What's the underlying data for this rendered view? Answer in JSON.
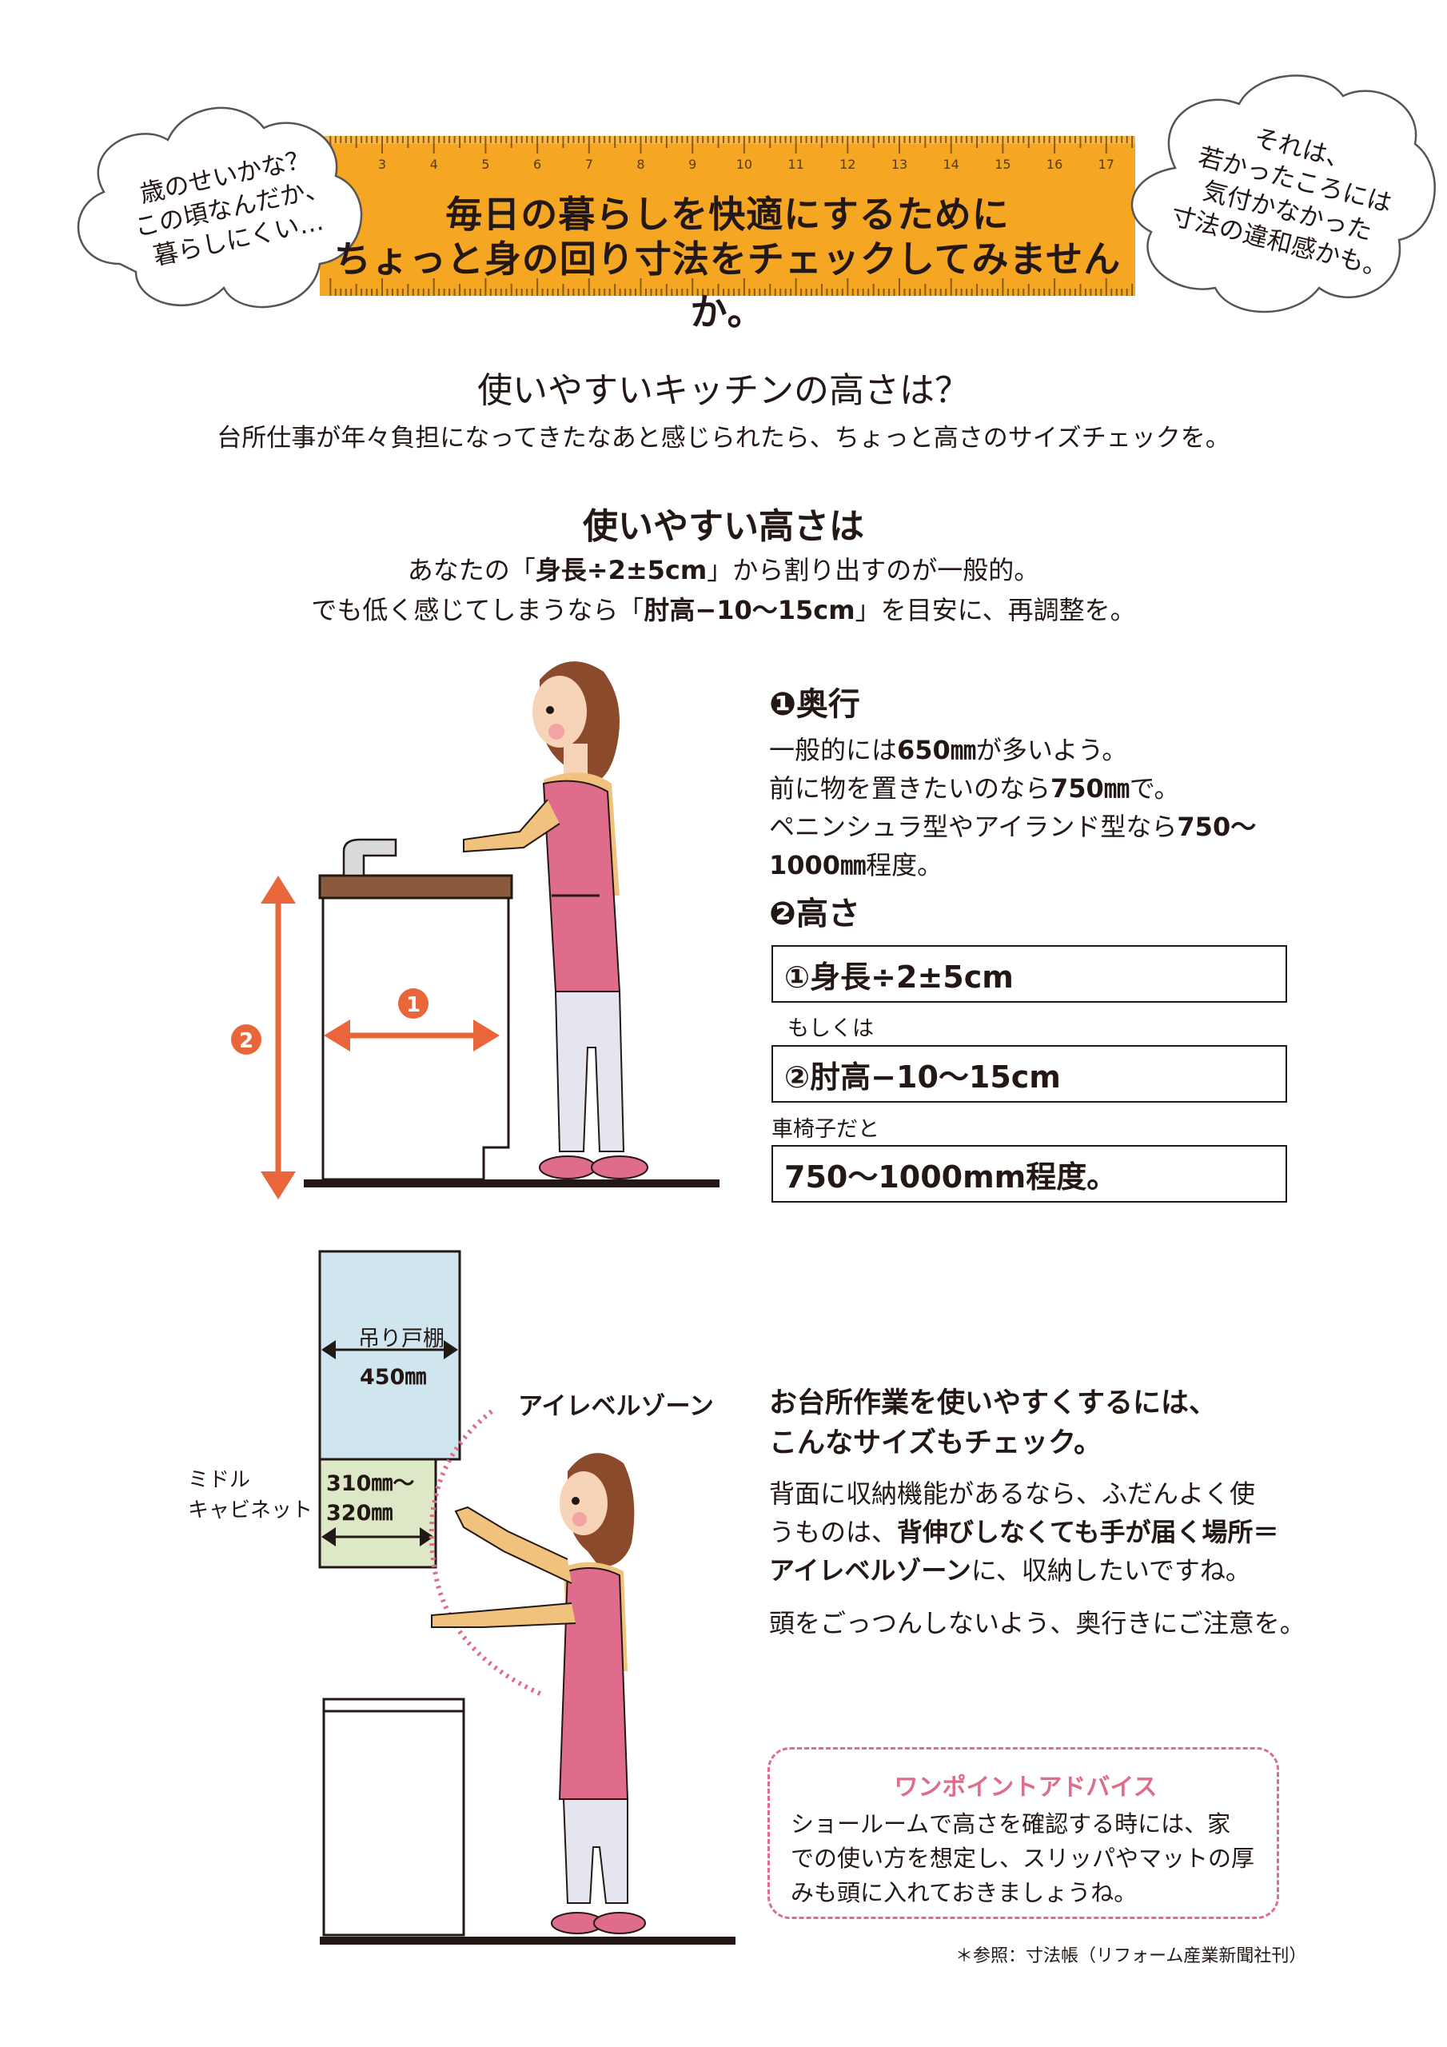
{
  "header": {
    "ruler_numbers": [
      "3",
      "4",
      "5",
      "6",
      "7",
      "8",
      "9",
      "10",
      "11",
      "12",
      "13",
      "14",
      "15",
      "16",
      "17"
    ],
    "ruler_line1": "毎日の暮らしを快適にするために",
    "ruler_line2": "ちょっと身の回り寸法をチェックしてみませんか。",
    "cloud_left": "歳のせいかな？\nこの頃なんだか、\n暮らしにくい…",
    "cloud_right": "それは、\n若かったころには\n気付かなかった\n寸法の違和感かも。"
  },
  "intro": {
    "title": "使いやすいキッチンの高さは？",
    "subtitle": "台所仕事が年々負担になってきたなあと感じられたら、ちょっと高さのサイズチェックを。"
  },
  "height_section": {
    "heading": "使いやすい高さは",
    "line1_pre": "あなたの「",
    "line1_bold": "身長÷2±5cm",
    "line1_post": "」から割り出すのが一般的。",
    "line2_pre": "でも低く感じてしまうなら「",
    "line2_bold": "肘高−10〜15cm",
    "line2_post": "」を目安に、再調整を。"
  },
  "depth": {
    "heading": "❶奥行",
    "l1_pre": "一般的には",
    "l1_bold": "650㎜",
    "l1_post": "が多いよう。",
    "l2_pre": "前に物を置きたいのなら",
    "l2_bold": "750㎜",
    "l2_post": "で。",
    "l3_pre": "ペニンシュラ型やアイランド型なら",
    "l3_bold": "750〜",
    "l4_bold": "1000㎜",
    "l4_post": "程度。"
  },
  "height": {
    "heading": "❷高さ",
    "box1": "①身長÷2±5cm",
    "or_label": "もしくは",
    "box2": "②肘高−10〜15cm",
    "wheelchair_label": "車椅子だと",
    "box3": "750〜1000mm程度。"
  },
  "diagram_labels": {
    "depth_marker": "1",
    "height_marker": "2",
    "wall_cabinet": "吊り戸棚",
    "wall_cabinet_size": "450㎜",
    "middle_cabinet": "ミドル\nキャビネット",
    "middle_size_1": "310㎜〜",
    "middle_size_2": "320㎜",
    "eye_level_zone": "アイレベルゾーン"
  },
  "storage": {
    "heading1": "お台所作業を使いやすくするには、",
    "heading2": "こんなサイズもチェック。",
    "p1_l1": "背面に収納機能があるなら、ふだんよく使",
    "p1_l2_pre": "うものは、",
    "p1_l2_bold": "背伸びしなくても手が届く場所＝",
    "p1_l3_bold": "アイレベルゾーン",
    "p1_l3_post": "に、収納したいですね。",
    "p2": "頭をごっつんしないよう、奥行きにご注意を。"
  },
  "advice": {
    "title": "ワンポイントアドバイス",
    "l1": "ショールームで高さを確認する時には、家",
    "l2": "での使い方を想定し、スリッパやマットの厚",
    "l3": "みも頭に入れておきましょうね。"
  },
  "footnote": "＊参照：寸法帳（リフォーム産業新聞社刊）",
  "colors": {
    "ruler": "#f5a623",
    "accent_orange": "#e8663a",
    "pink": "#e06c8b",
    "cabinet_blue": "#cfe6ee",
    "cabinet_green": "#dde8c6",
    "counter_brown": "#8b5a3c"
  }
}
